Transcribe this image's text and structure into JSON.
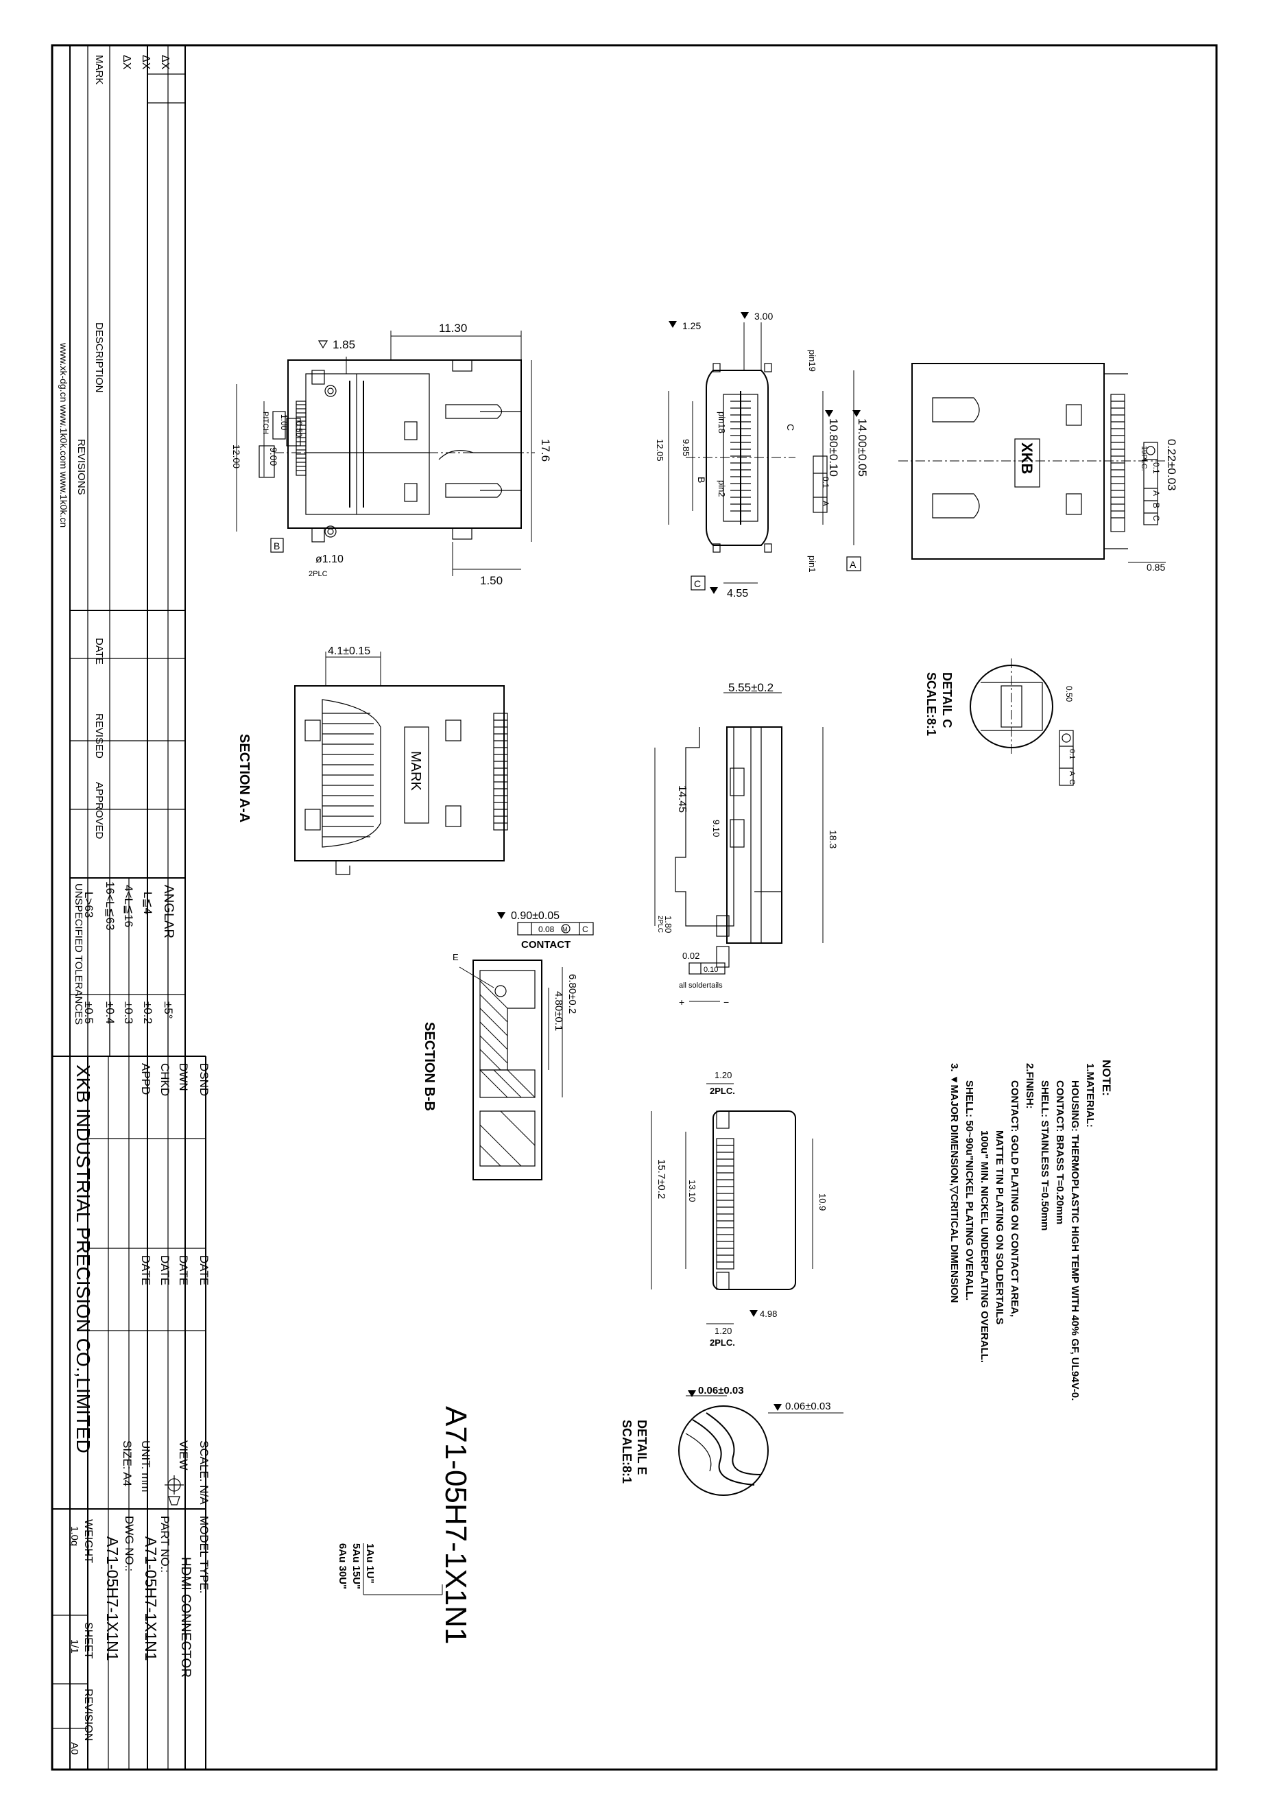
{
  "drawing": {
    "title": "A71-05H7-1X1N1",
    "views": {
      "section_aa": "SECTION A-A",
      "section_bb": "SECTION B-B",
      "detail_c": "DETAIL C",
      "detail_c_scale": "SCALE:8:1",
      "detail_e": "DETAIL E",
      "detail_e_scale": "SCALE:8:1"
    },
    "mark_label": "MARK",
    "logo": "XKB",
    "plating_options": [
      "1Au 1U\"",
      "5Au 15U\"",
      "6Au 30U\""
    ],
    "notes": {
      "heading": "NOTE:",
      "lines": [
        "1.MATERIAL:",
        "HOUSING: THERMOPLASTIC HIGH TEMP WITH 40% GF, UL94V-0.",
        "CONTACT: BRASS T=0.20mm",
        "SHELL: STAINLESS T=0.50mm",
        "2.FINISH:",
        "CONTACT: GOLD PLATING ON CONTACT AREA,",
        "MATTE TIN PLATING ON SOLDERTAILS",
        "100u\" MIN. NICKEL UNDERPLATING OVERALL.",
        "SHELL: 50~90u\"NICKEL PLATING OVERALL.",
        "3. ▼MAJOR DIMENSION,▽CRITICAL DIMENSION"
      ]
    },
    "dimensions": {
      "top_view": [
        "11.30",
        "17.6",
        "1.85",
        "12.00",
        "9.00",
        "PITCH",
        "1.00",
        "0.50",
        "1.50",
        "ø1.10",
        "2PLC",
        "B"
      ],
      "front_view": [
        "1.25",
        "3.00",
        "pin19",
        "pin18",
        "pin2",
        "pin1",
        "12.05",
        "9.85",
        "10.80±0.10",
        "14.00±0.05",
        "4.55",
        "A",
        "B",
        "C",
        "0.1",
        "A",
        "C"
      ],
      "right_view": [
        "0.22±0.03",
        "19PLC.",
        "0.1",
        "A",
        "B",
        "C",
        "0.85"
      ],
      "section_aa": [
        "4.1±0.15"
      ],
      "side_view": [
        "5.55±0.2",
        "18.3",
        "14.45",
        "9.10",
        "1.80",
        "2PLC",
        "0.02",
        "0.10",
        "all soldertails",
        "+",
        "−"
      ],
      "detail_c": [
        "0.50",
        "0.1",
        "A",
        "C"
      ],
      "section_bb": [
        "0.90±0.05",
        "0.08",
        "M",
        "C",
        "CONTACT",
        "6.80±0.2",
        "4.80±0.1",
        "E"
      ],
      "bottom_view": [
        "1.20",
        "2PLC.",
        "15.7±0.2",
        "13.10",
        "10.9",
        "4.98",
        "1.20",
        "2PLC."
      ],
      "detail_e": [
        "0.06±0.03",
        "0.06±0.03"
      ]
    }
  },
  "title_block": {
    "revisions": {
      "marks": [
        "ΔX",
        "ΔX",
        "ΔX"
      ],
      "col_mark": "MARK",
      "col_description": "DESCRIPTION",
      "col_date": "DATE",
      "col_revised": "REVISED",
      "col_approved": "APPROVED",
      "heading": "REVISIONS"
    },
    "websites": "www.xk-dg.cn   www.1k0k.com   www.1k0k.cn",
    "tolerances": {
      "heading": "UNSPECIFIED TOLERANCES",
      "rows": [
        {
          "range": "ANGLAR",
          "value": "±5°"
        },
        {
          "range": "L≦4",
          "value": "±0.2"
        },
        {
          "range": "4<L≦16",
          "value": "±0.3"
        },
        {
          "range": "16<L≦63",
          "value": "±0.4"
        },
        {
          "range": "L>63",
          "value": "±0.5"
        }
      ]
    },
    "signatures": {
      "rows": [
        "DSND",
        "DWN",
        "CHKD",
        "APPD"
      ],
      "date_label": "DATE"
    },
    "company": "XKB INDUSTRIAL PRECISION CO.,LIMITED",
    "scale": "SCALE: N/A",
    "view_label": "VIEW",
    "unit": "UNIT: mm",
    "size": "SIZE: A4",
    "model_type_label": "MODEL TYPE:",
    "model_type": "HDMI CONNECTOR",
    "part_no_label": "PART NO.:",
    "part_no": "A71-05H7-1X1N1",
    "dwg_no_label": "DWG NO.:",
    "dwg_no": "A71-05H7-1X1N1",
    "weight_label": "WEIGHT",
    "weight": "1.0g",
    "sheet_label": "SHEET",
    "sheet": "1/1",
    "revision_label": "REVISION",
    "revision": "A0"
  }
}
